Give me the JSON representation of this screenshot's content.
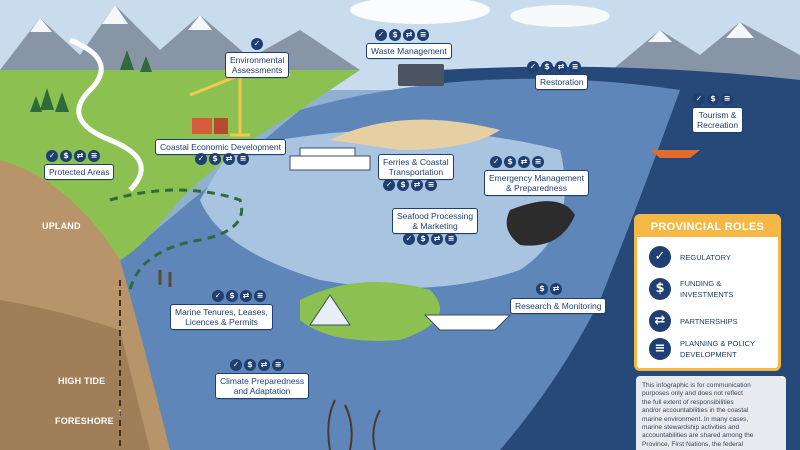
{
  "labels": {
    "environmental_assessments": [
      "Environmental",
      "Assessments"
    ],
    "waste_management": "Waste Management",
    "restoration": "Restoration",
    "tourism_recreation": [
      "Tourism &",
      "Recreation"
    ],
    "protected_areas": "Protected Areas",
    "coastal_economic_development": "Coastal Economic Development",
    "ferries_coastal_transportation": [
      "Ferries & Coastal",
      "Transportation"
    ],
    "emergency_management": [
      "Emergency Management",
      "& Preparedness"
    ],
    "seafood_processing": [
      "Seafood Processing",
      "& Marketing"
    ],
    "research_monitoring": "Research & Monitoring",
    "marine_tenures": [
      "Marine Tenures, Leases,",
      "Licences & Permits"
    ],
    "climate_preparedness": [
      "Climate Preparedness",
      "and Adaptation"
    ]
  },
  "zones": {
    "upland": "UPLAND",
    "high_tide": "HIGH TIDE",
    "foreshore": "FORESHORE"
  },
  "legend": {
    "title": "PROVINCIAL ROLES",
    "items": [
      {
        "icon": "checkmark-icon",
        "lines": [
          "REGULATORY"
        ]
      },
      {
        "icon": "dollar-icon",
        "lines": [
          "FUNDING &",
          "INVESTMENTS"
        ]
      },
      {
        "icon": "handshake-icon",
        "lines": [
          "PARTNERSHIPS"
        ]
      },
      {
        "icon": "document-icon",
        "lines": [
          "PLANNING & POLICY",
          "DEVELOPMENT"
        ]
      }
    ]
  },
  "disclaimer": [
    "This infographic is for communication",
    "purposes only and does not reflect",
    "the full extent of responsibilities",
    "and/or accountabilities in the coastal",
    "marine environment. In many cases,",
    "marine stewardship activities and",
    "accountabilities are shared among the",
    "Province, First Nations, the federal"
  ],
  "colors": {
    "navy": "#1f3f72",
    "legend_gold": "#f4b944",
    "ocean_deep": "#27497a",
    "ocean_mid": "#5f86b8",
    "land_green": "#8cc151",
    "upland_brown": "#b8946a"
  }
}
